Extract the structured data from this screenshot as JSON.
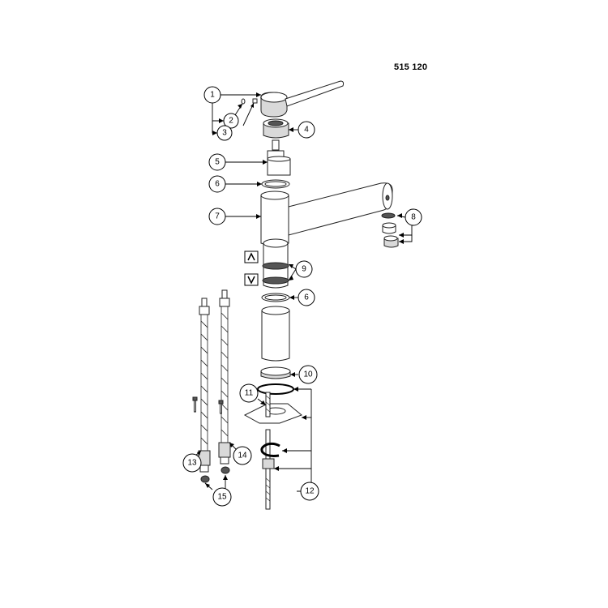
{
  "model_number": "515 120",
  "callouts": [
    {
      "id": "c1",
      "label": "1"
    },
    {
      "id": "c2",
      "label": "2"
    },
    {
      "id": "c3",
      "label": "3"
    },
    {
      "id": "c4",
      "label": "4"
    },
    {
      "id": "c5",
      "label": "5"
    },
    {
      "id": "c6a",
      "label": "6"
    },
    {
      "id": "c7",
      "label": "7"
    },
    {
      "id": "c8",
      "label": "8"
    },
    {
      "id": "c9",
      "label": "9"
    },
    {
      "id": "c6b",
      "label": "6"
    },
    {
      "id": "c10",
      "label": "10"
    },
    {
      "id": "c11",
      "label": "11"
    },
    {
      "id": "c12",
      "label": "12"
    },
    {
      "id": "c13",
      "label": "13"
    },
    {
      "id": "c14",
      "label": "14"
    },
    {
      "id": "c15",
      "label": "15"
    }
  ]
}
